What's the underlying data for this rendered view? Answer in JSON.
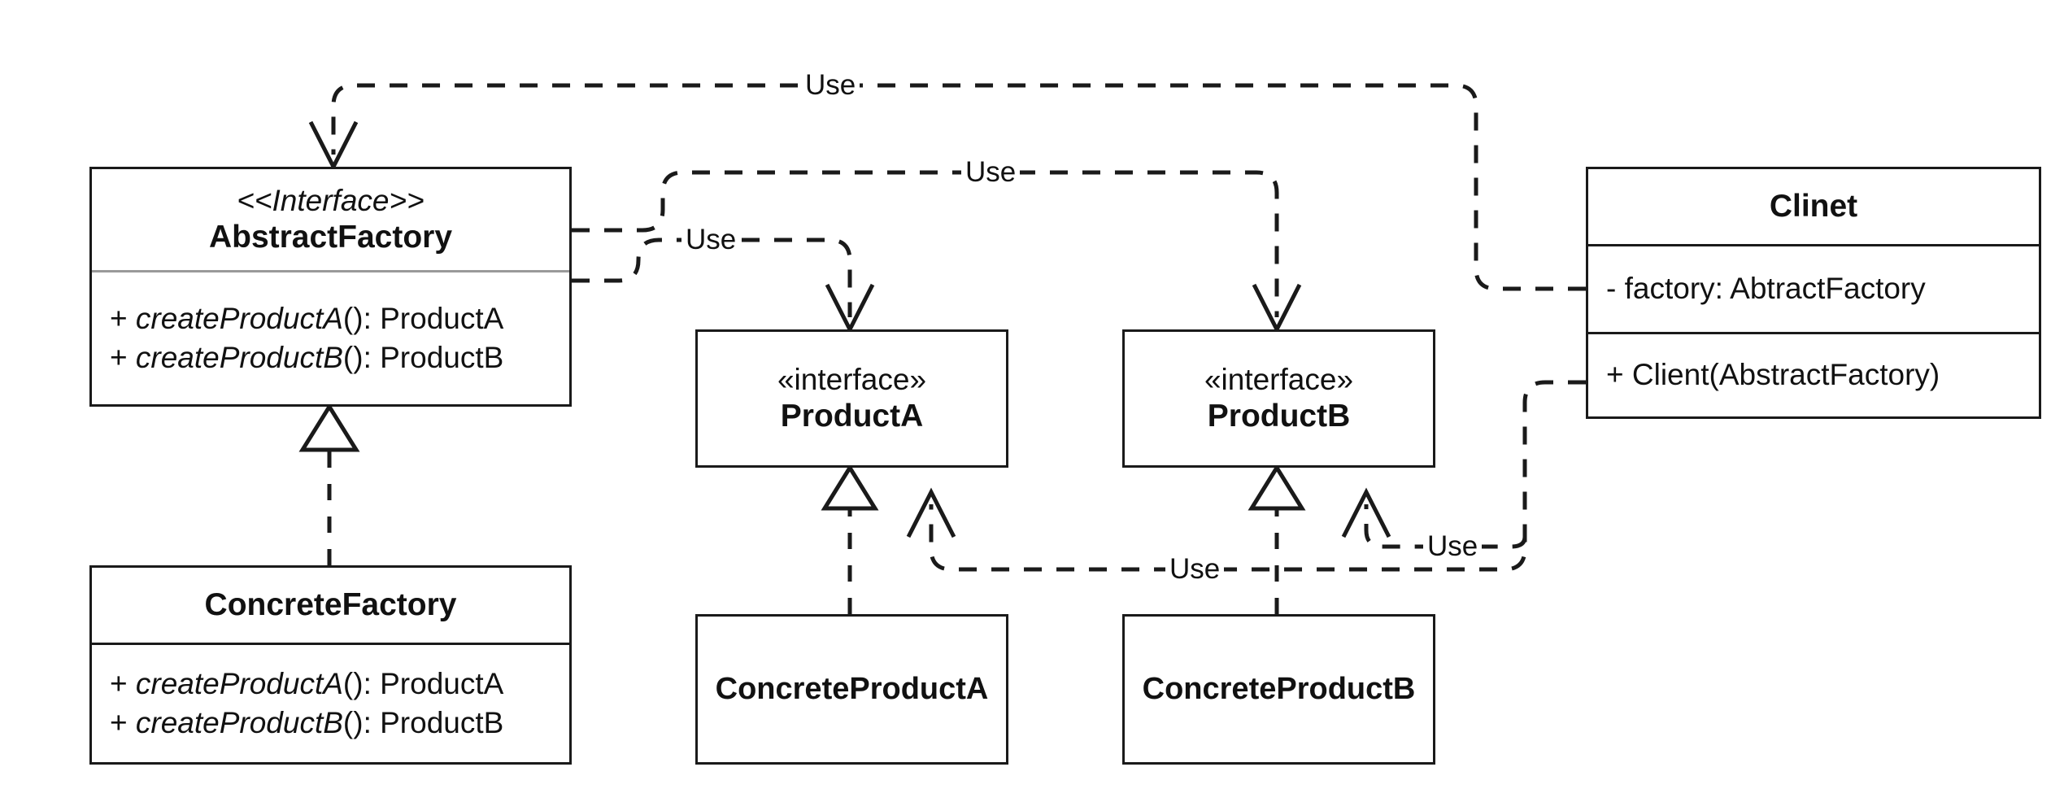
{
  "diagram": {
    "title": "Abstract Factory UML class diagram",
    "type": "uml-class-diagram",
    "background_color": "#ffffff",
    "line_color": "#1a1a1a",
    "light_separator_color": "#9a9a9a"
  },
  "classes": {
    "abstract_factory": {
      "stereotype": "<<Interface>>",
      "name": "AbstractFactory",
      "members": [
        {
          "visibility": "+",
          "name": "createProductA",
          "tail": "(): ProductA"
        },
        {
          "visibility": "+",
          "name": "createProductB",
          "tail": "(): ProductB"
        }
      ]
    },
    "concrete_factory": {
      "stereotype": "",
      "name": "ConcreteFactory",
      "members": [
        {
          "visibility": "+",
          "name": "createProductA",
          "tail": "(): ProductA"
        },
        {
          "visibility": "+",
          "name": "createProductB",
          "tail": "(): ProductB"
        }
      ]
    },
    "product_a": {
      "stereotype": "«interface»",
      "name": "ProductA",
      "members": []
    },
    "product_b": {
      "stereotype": "«interface»",
      "name": "ProductB",
      "members": []
    },
    "concrete_product_a": {
      "stereotype": "",
      "name": "ConcreteProductA",
      "members": []
    },
    "concrete_product_b": {
      "stereotype": "",
      "name": "ConcreteProductB",
      "members": []
    },
    "client": {
      "stereotype": "",
      "name": "Clinet",
      "attributes": [
        {
          "visibility": "-",
          "name": "factory",
          "tail": ": AbtractFactory"
        }
      ],
      "operations": [
        {
          "visibility": "+",
          "name": "Client",
          "tail": "(AbstractFactory)"
        }
      ]
    }
  },
  "edge_labels": {
    "client_to_abstractfactory": "Use",
    "abstractfactory_to_productb": "Use",
    "abstractfactory_to_producta": "Use",
    "client_to_producta": "Use",
    "client_to_productb": "Use"
  },
  "relationships": [
    {
      "kind": "dependency",
      "from": "Clinet",
      "to": "AbstractFactory",
      "label": "Use"
    },
    {
      "kind": "dependency",
      "from": "AbstractFactory",
      "to": "ProductB",
      "label": "Use"
    },
    {
      "kind": "dependency",
      "from": "AbstractFactory",
      "to": "ProductA",
      "label": "Use"
    },
    {
      "kind": "dependency",
      "from": "Clinet",
      "to": "ProductA",
      "label": "Use"
    },
    {
      "kind": "dependency",
      "from": "Clinet",
      "to": "ProductB",
      "label": "Use"
    },
    {
      "kind": "realization",
      "from": "ConcreteFactory",
      "to": "AbstractFactory"
    },
    {
      "kind": "realization",
      "from": "ConcreteProductA",
      "to": "ProductA"
    },
    {
      "kind": "realization",
      "from": "ConcreteProductB",
      "to": "ProductB"
    }
  ]
}
